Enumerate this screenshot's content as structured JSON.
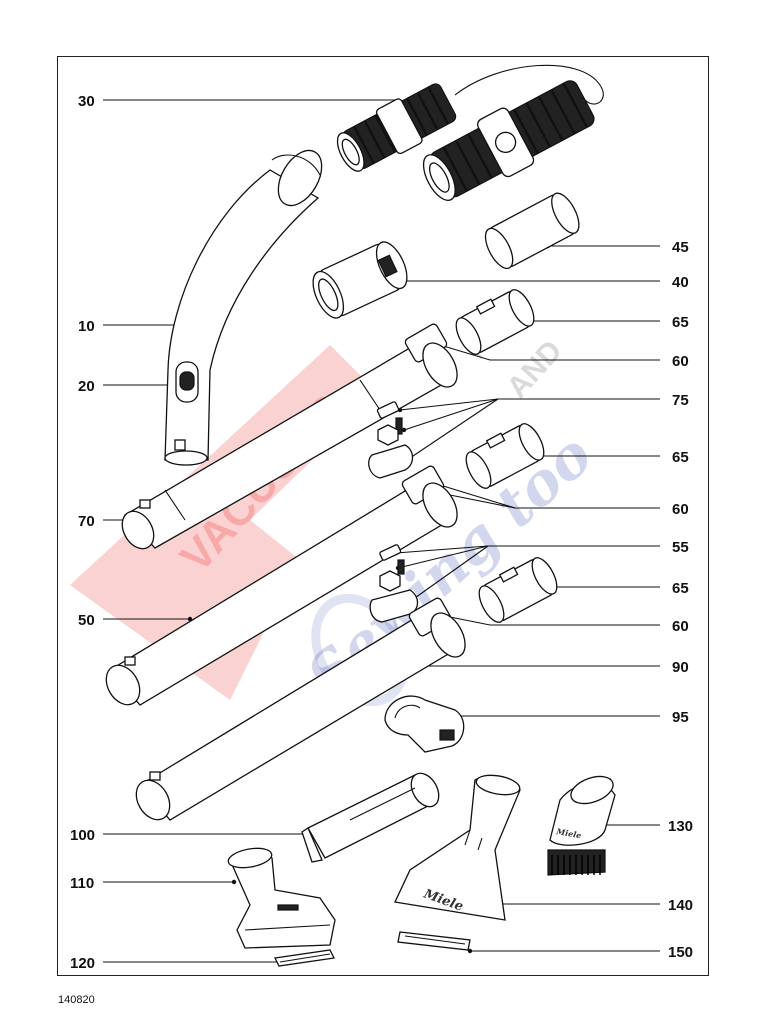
{
  "drawing_id": "140820",
  "brand_mark": "Miele",
  "watermark": {
    "line1": "VACUUMS",
    "line2": "AND",
    "line3": "Sewing too",
    "line4": "Parts"
  },
  "callouts": {
    "c10": "10",
    "c20": "20",
    "c30": "30",
    "c40": "40",
    "c45": "45",
    "c50": "50",
    "c55": "55",
    "c60a": "60",
    "c60b": "60",
    "c60c": "60",
    "c65a": "65",
    "c65b": "65",
    "c65c": "65",
    "c70": "70",
    "c75": "75",
    "c90": "90",
    "c95": "95",
    "c100": "100",
    "c110": "110",
    "c120": "120",
    "c130": "130",
    "c140": "140",
    "c150": "150"
  }
}
